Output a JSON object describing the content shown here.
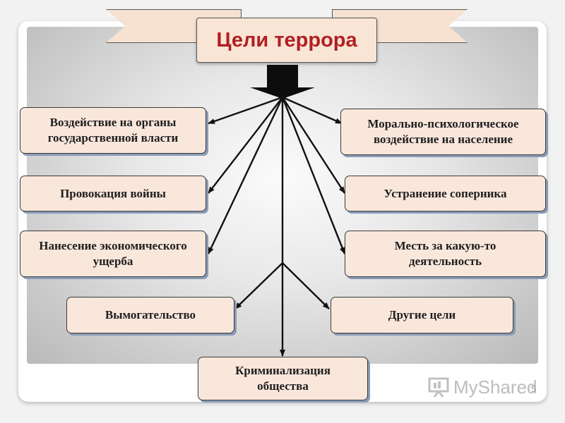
{
  "title": "Цели террора",
  "goals": {
    "left": [
      "Воздействие на органы государственной власти",
      "Провокация войны",
      "Нанесение экономического ущерба",
      "Вымогательство"
    ],
    "right": [
      "Морально-психологическое воздействие на население",
      "Устранение соперника",
      "Месть за какую-то деятельность",
      "Другие цели"
    ],
    "bottom": "Криминализация общества"
  },
  "watermark": "MyShared",
  "slide_number": "5",
  "colors": {
    "title_text": "#b11f22",
    "box_fill": "#fae7dc",
    "box_shadow": "#8a9bb5",
    "ribbon_fill": "#f7e2d1"
  }
}
